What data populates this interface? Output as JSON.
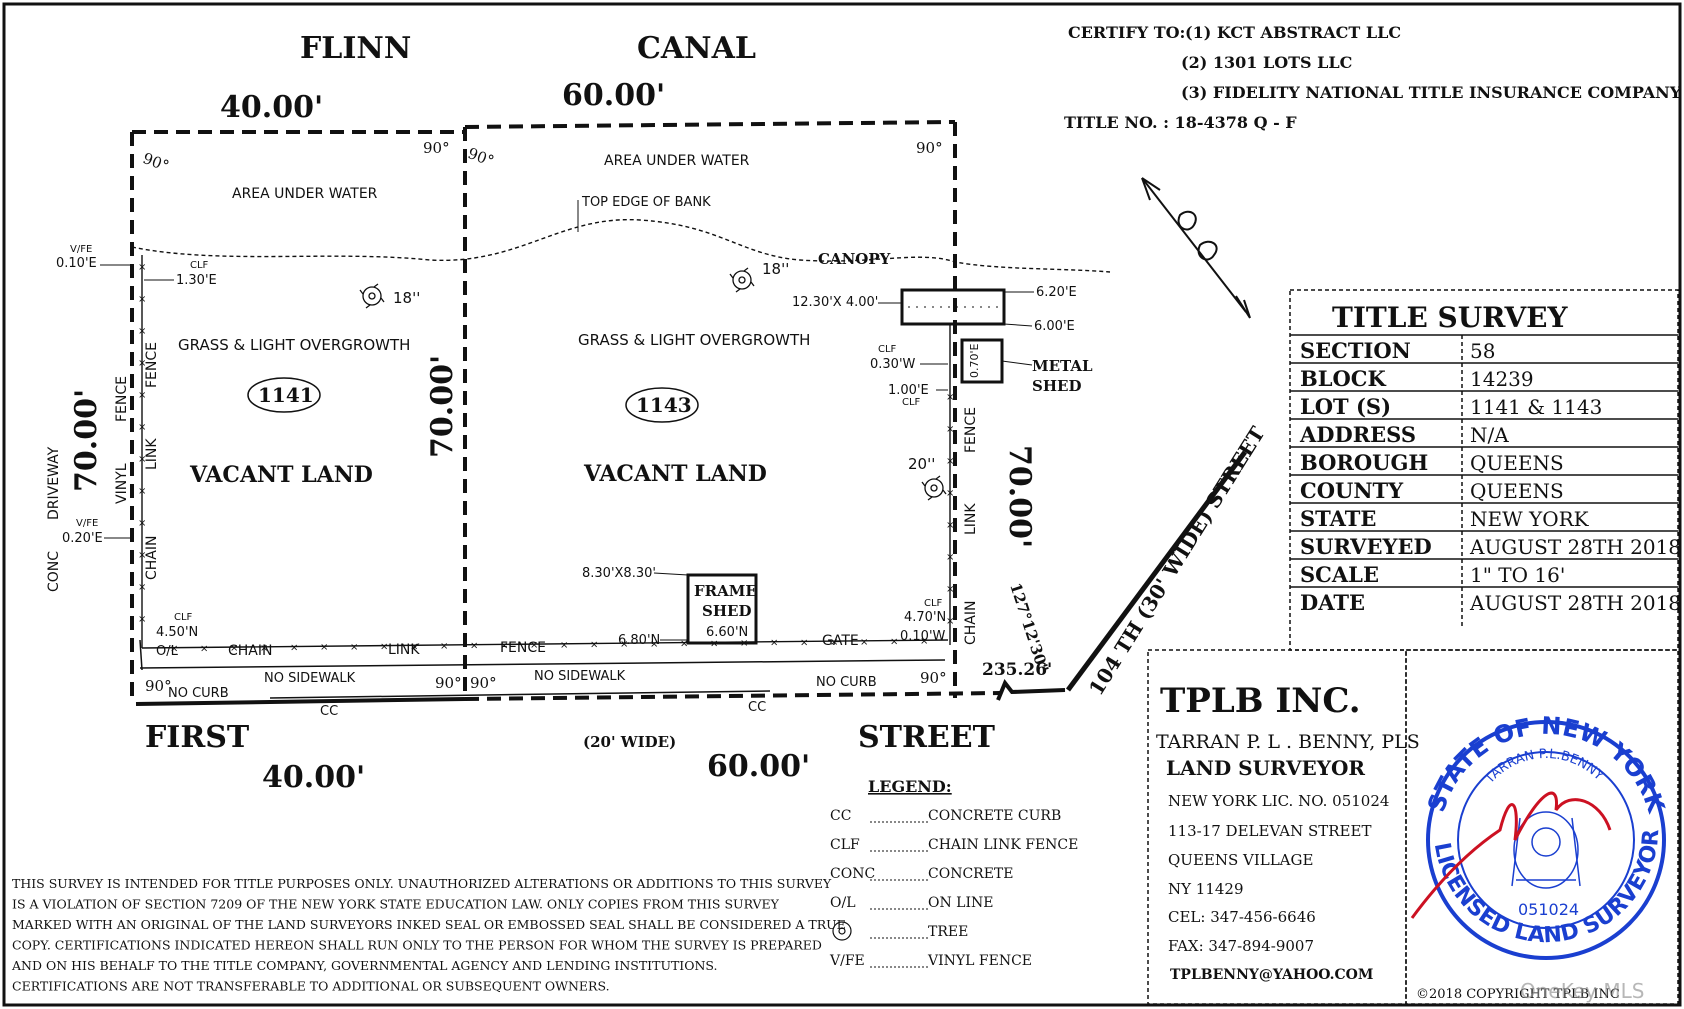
{
  "certify": {
    "label": "CERTIFY TO:",
    "lines": [
      "(1) KCT ABSTRACT LLC",
      "(2) 1301 LOTS LLC",
      "(3) FIDELITY NATIONAL TITLE INSURANCE COMPANY"
    ],
    "title_no": "TITLE NO. : 18-4378 Q - F"
  },
  "streets": {
    "flinn": "FLINN",
    "canal": "CANAL",
    "first": "FIRST",
    "street": "STREET",
    "first_width": "(20' WIDE)",
    "side_street": "104 TH (30' WIDE) STREET"
  },
  "dimensions": {
    "top_left": "40.00'",
    "top_right": "60.00'",
    "bottom_left": "40.00'",
    "bottom_right": "60.00'",
    "left": "70.00'",
    "middle": "70.00'",
    "right": "70.00'",
    "angle": "127°12'30\"",
    "dist": "235.26'"
  },
  "corners": [
    "90°",
    "90°",
    "90°",
    "90°",
    "90°",
    "90°",
    "90°",
    "90°"
  ],
  "lots": [
    {
      "number": "1141",
      "land": "VACANT LAND",
      "cover": "GRASS & LIGHT OVERGROWTH",
      "water": "AREA UNDER WATER",
      "tree": "18''"
    },
    {
      "number": "1143",
      "land": "VACANT LAND",
      "cover": "GRASS & LIGHT OVERGROWTH",
      "water": "AREA UNDER WATER",
      "tree": "18''"
    }
  ],
  "features": {
    "top_bank": "TOP EDGE OF BANK",
    "canopy": "CANOPY",
    "canopy_size": "12.30'X 4.00'",
    "canopy_e1": "6.20'E",
    "canopy_e2": "6.00'E",
    "metal_shed": [
      "METAL",
      "SHED"
    ],
    "metal_dim": "0.70'E",
    "clf_w": "0.30'W",
    "clf_e": "1.00'E",
    "clf": "CLF",
    "tree_20": "20''",
    "frame_shed": [
      "FRAME",
      "SHED"
    ],
    "frame_size": "8.30'X8.30'",
    "frame_n": "6.60'N",
    "frame_e": "6.80'N",
    "clf_470": "4.70'N",
    "clf_010w": "0.10'W",
    "vfe_top": "V/FE",
    "vfe_top_val": "0.10'E",
    "clf_130": "1.30'E",
    "vfe_mid": "V/FE",
    "vfe_mid_val": "0.20'E",
    "clf_450": "4.50'N",
    "ol": "O/L",
    "chain": "CHAIN",
    "link": "LINK",
    "fence": "FENCE",
    "gate": "GATE",
    "no_curb": "NO CURB",
    "no_sidewalk": "NO SIDEWALK",
    "cc": "CC",
    "vinyl": "VINYL",
    "conc": "CONC",
    "driveway": "DRIVEWAY"
  },
  "title_survey": {
    "heading": "TITLE SURVEY",
    "rows": [
      {
        "k": "SECTION",
        "v": "58"
      },
      {
        "k": "BLOCK",
        "v": "14239"
      },
      {
        "k": "LOT (S)",
        "v": "1141 & 1143"
      },
      {
        "k": "ADDRESS",
        "v": "N/A"
      },
      {
        "k": "BOROUGH",
        "v": "QUEENS"
      },
      {
        "k": "COUNTY",
        "v": "QUEENS"
      },
      {
        "k": "STATE",
        "v": "NEW YORK"
      },
      {
        "k": "SURVEYED",
        "v": "AUGUST 28TH 2018"
      },
      {
        "k": "SCALE",
        "v": "1\" TO 16'"
      },
      {
        "k": "DATE",
        "v": "AUGUST 28TH 2018"
      }
    ]
  },
  "firm": {
    "name": "TPLB INC.",
    "surveyor": "TARRAN P. L . BENNY, PLS",
    "role": "LAND SURVEYOR",
    "lic": "NEW YORK LIC. NO. 051024",
    "addr1": "113-17 DELEVAN STREET",
    "addr2": "QUEENS VILLAGE",
    "addr3": "NY 11429",
    "cel": "CEL: 347-456-6646",
    "fax": "FAX: 347-894-9007",
    "email": "TPLBENNY@YAHOO.COM"
  },
  "legend": {
    "title": "LEGEND:",
    "items": [
      {
        "k": "CC",
        "v": "CONCRETE CURB"
      },
      {
        "k": "CLF",
        "v": "CHAIN LINK FENCE"
      },
      {
        "k": "CONC",
        "v": "CONCRETE"
      },
      {
        "k": "O/L",
        "v": "ON LINE"
      },
      {
        "k": "",
        "v": "TREE"
      },
      {
        "k": "V/FE",
        "v": "VINYL FENCE"
      }
    ]
  },
  "disclaimer": [
    "THIS SURVEY IS INTENDED FOR TITLE PURPOSES ONLY. UNAUTHORIZED ALTERATIONS OR ADDITIONS TO THIS SURVEY",
    "IS A VIOLATION OF SECTION 7209 OF THE NEW YORK STATE EDUCATION LAW. ONLY COPIES FROM THIS SURVEY",
    "MARKED WITH AN ORIGINAL OF THE LAND SURVEYORS INKED SEAL OR EMBOSSED SEAL SHALL BE CONSIDERED A TRUE",
    "COPY. CERTIFICATIONS INDICATED HEREON SHALL RUN ONLY TO THE PERSON FOR WHOM THE SURVEY IS PREPARED",
    "AND ON HIS BEHALF TO THE TITLE COMPANY, GOVERNMENTAL AGENCY AND LENDING INSTITUTIONS.",
    "CERTIFICATIONS ARE NOT TRANSFERABLE TO ADDITIONAL OR SUBSEQUENT OWNERS."
  ],
  "seal": {
    "top": "STATE OF NEW YORK",
    "bottom": "LICENSED LAND SURVEYOR",
    "name": "TARRAN P.L.BENNY",
    "number": "051024"
  },
  "copyright": "©2018 COPYRIGHT TPLB INC",
  "watermark": "OneKey MLS"
}
